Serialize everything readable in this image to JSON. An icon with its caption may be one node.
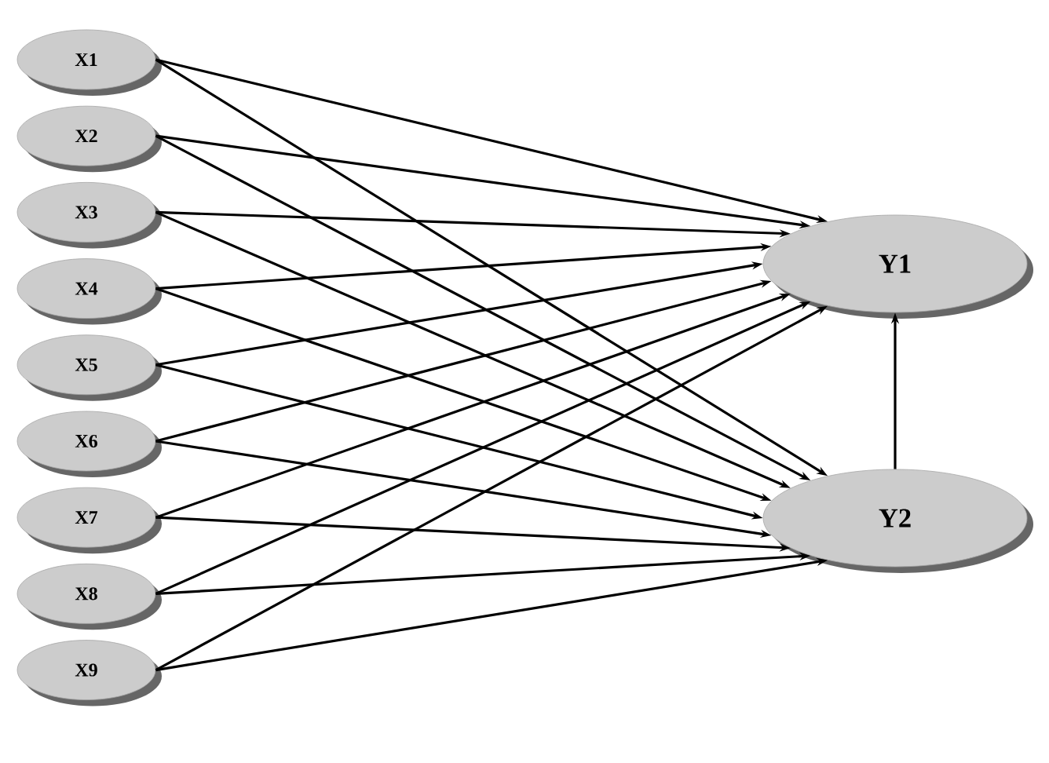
{
  "diagram": {
    "nodes": [
      {
        "text": [
          "X1"
        ]
      },
      {
        "text": [
          "X2"
        ]
      },
      {
        "text": [
          "X3"
        ]
      },
      {
        "text": [
          "X4"
        ]
      },
      {
        "text": [
          "X5"
        ]
      },
      {
        "text": [
          "X6"
        ]
      },
      {
        "text": [
          "X7"
        ]
      },
      {
        "text": [
          "X8"
        ]
      },
      {
        "text": [
          "X9"
        ]
      },
      {
        "text": [
          "Y1"
        ]
      },
      {
        "text": [
          "Y2"
        ]
      }
    ],
    "edges": [
      {
        "from": 0,
        "to": 9,
        "arrow": "to"
      },
      {
        "from": 0,
        "to": 10,
        "arrow": "to"
      },
      {
        "from": 1,
        "to": 9,
        "arrow": "to"
      },
      {
        "from": 1,
        "to": 10,
        "arrow": "to"
      },
      {
        "from": 2,
        "to": 9,
        "arrow": "to"
      },
      {
        "from": 2,
        "to": 10,
        "arrow": "to"
      },
      {
        "from": 3,
        "to": 9,
        "arrow": "to"
      },
      {
        "from": 3,
        "to": 10,
        "arrow": "to"
      },
      {
        "from": 4,
        "to": 9,
        "arrow": "to"
      },
      {
        "from": 4,
        "to": 10,
        "arrow": "to"
      },
      {
        "from": 5,
        "to": 9,
        "arrow": "to"
      },
      {
        "from": 5,
        "to": 10,
        "arrow": "to"
      },
      {
        "from": 6,
        "to": 9,
        "arrow": "to"
      },
      {
        "from": 6,
        "to": 10,
        "arrow": "to"
      },
      {
        "from": 7,
        "to": 9,
        "arrow": "to"
      },
      {
        "from": 7,
        "to": 10,
        "arrow": "to"
      },
      {
        "from": 8,
        "to": 9,
        "arrow": "to"
      },
      {
        "from": 8,
        "to": 10,
        "arrow": "to"
      },
      {
        "from": 10,
        "to": 9,
        "arrow": "to"
      }
    ]
  }
}
